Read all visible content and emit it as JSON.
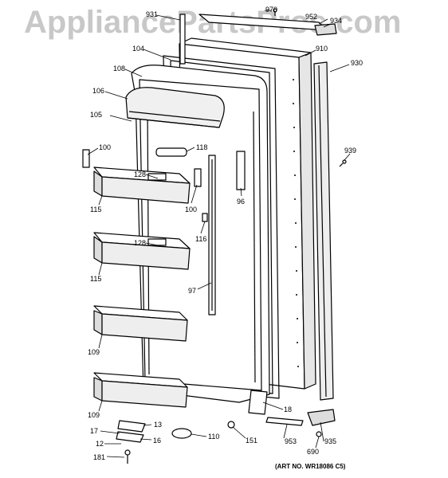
{
  "watermark": "AppliancePartsPros.com",
  "art_number": "(ART NO. WR18086 C5)",
  "callouts": {
    "p931": "931",
    "p970": "970",
    "p952": "952",
    "p934": "934",
    "p104": "104",
    "p910": "910",
    "p930": "930",
    "p108": "108",
    "p106": "106",
    "p105": "105",
    "p100a": "100",
    "p118": "118",
    "p939": "939",
    "p128a": "128",
    "p96": "96",
    "p115a": "115",
    "p100b": "100",
    "p116": "116",
    "p128b": "128",
    "p115b": "115",
    "p97": "97",
    "p109a": "109",
    "p109b": "109",
    "p18": "18",
    "p13": "13",
    "p17": "17",
    "p16": "16",
    "p110": "110",
    "p151": "151",
    "p953": "953",
    "p935": "935",
    "p12": "12",
    "p690": "690",
    "p181": "181"
  }
}
